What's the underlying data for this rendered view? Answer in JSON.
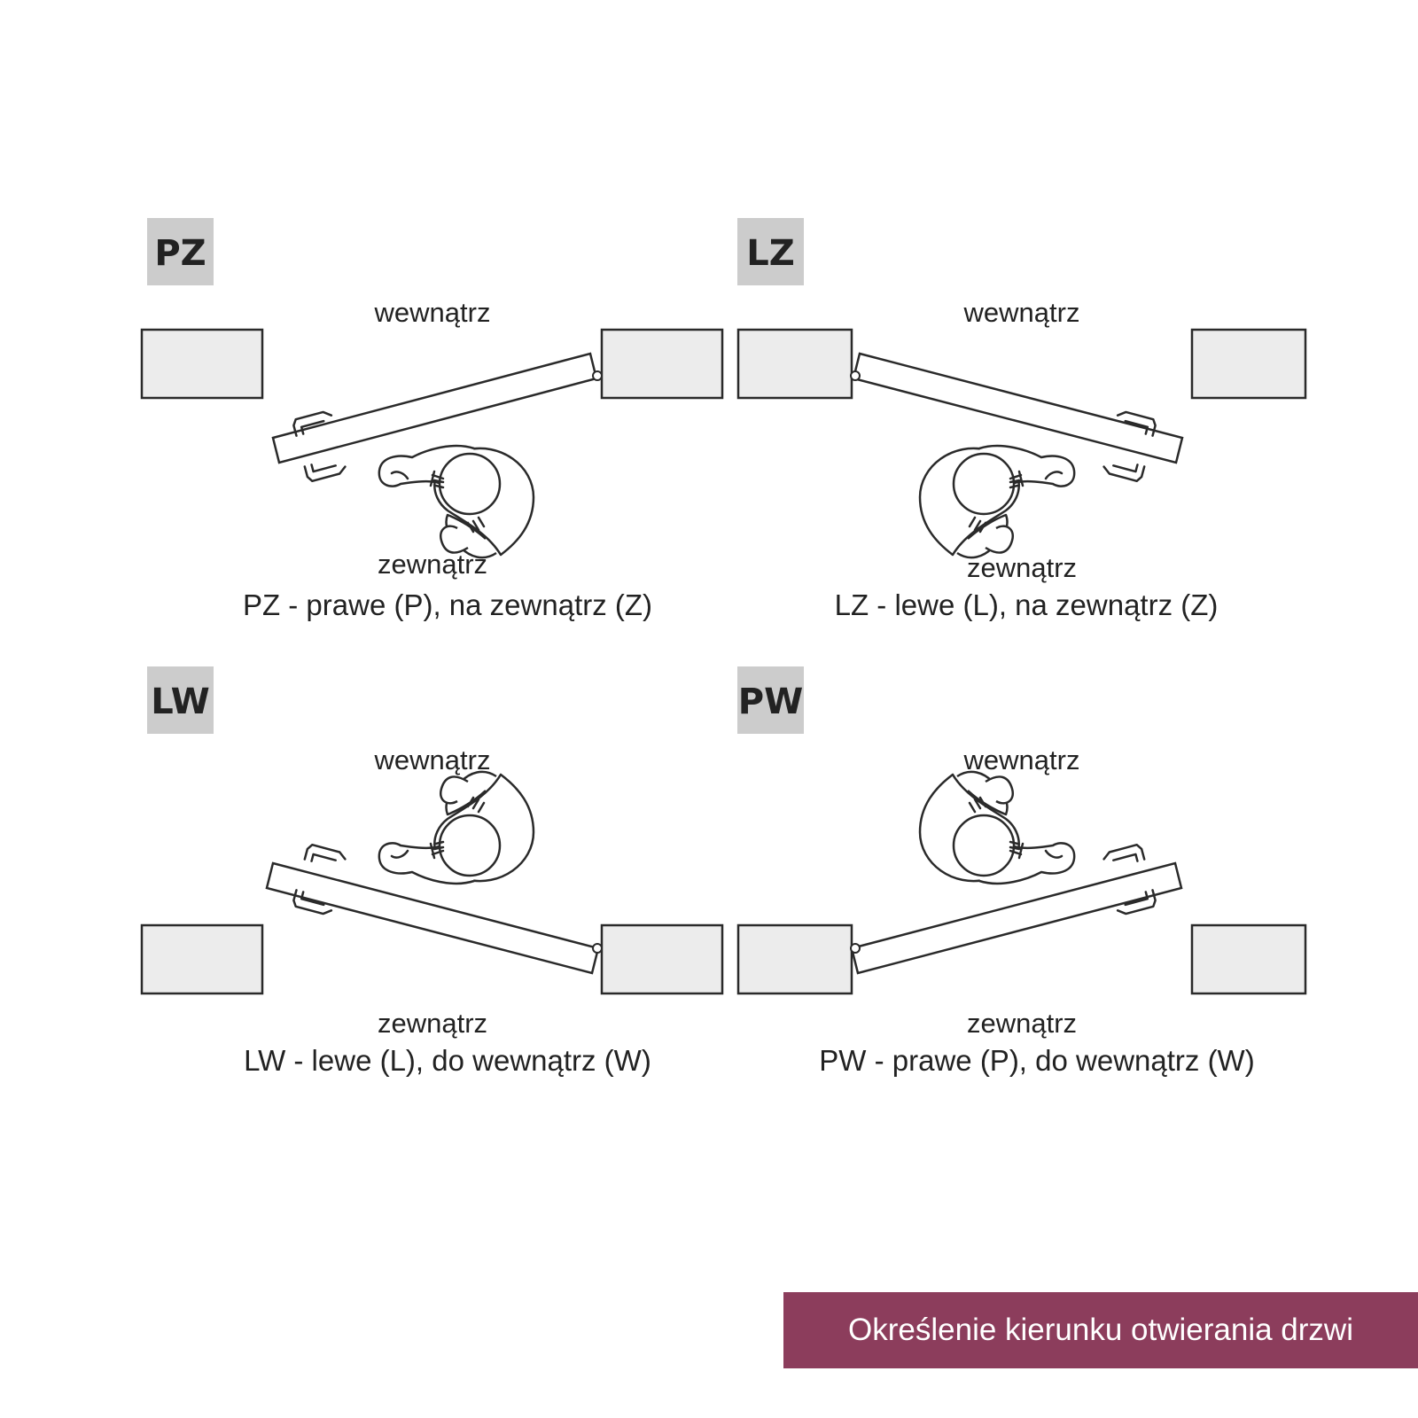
{
  "panels": [
    {
      "code": "PZ",
      "inside": "wewnątrz",
      "outside": "zewnątrz",
      "caption": "PZ - prawe (P), na zewnątrz (Z)"
    },
    {
      "code": "LZ",
      "inside": "wewnątrz",
      "outside": "zewnątrz",
      "caption": "LZ - lewe (L), na zewnątrz (Z)"
    },
    {
      "code": "LW",
      "inside": "wewnątrz",
      "outside": "zewnątrz",
      "caption": "LW - lewe (L), do wewnątrz (W)"
    },
    {
      "code": "PW",
      "inside": "wewnątrz",
      "outside": "zewnątrz",
      "caption": "PW - prawe (P), do wewnątrz (W)"
    }
  ],
  "footer": {
    "title": "Określenie kierunku otwierania drzwi"
  },
  "colors": {
    "badge": "#cccccc",
    "wall": "#ececec",
    "footer": "#8c3d5c",
    "line": "#2a2a2a"
  },
  "icons": [
    "door-handle-icon",
    "person-topview-icon",
    "hinge-icon"
  ]
}
